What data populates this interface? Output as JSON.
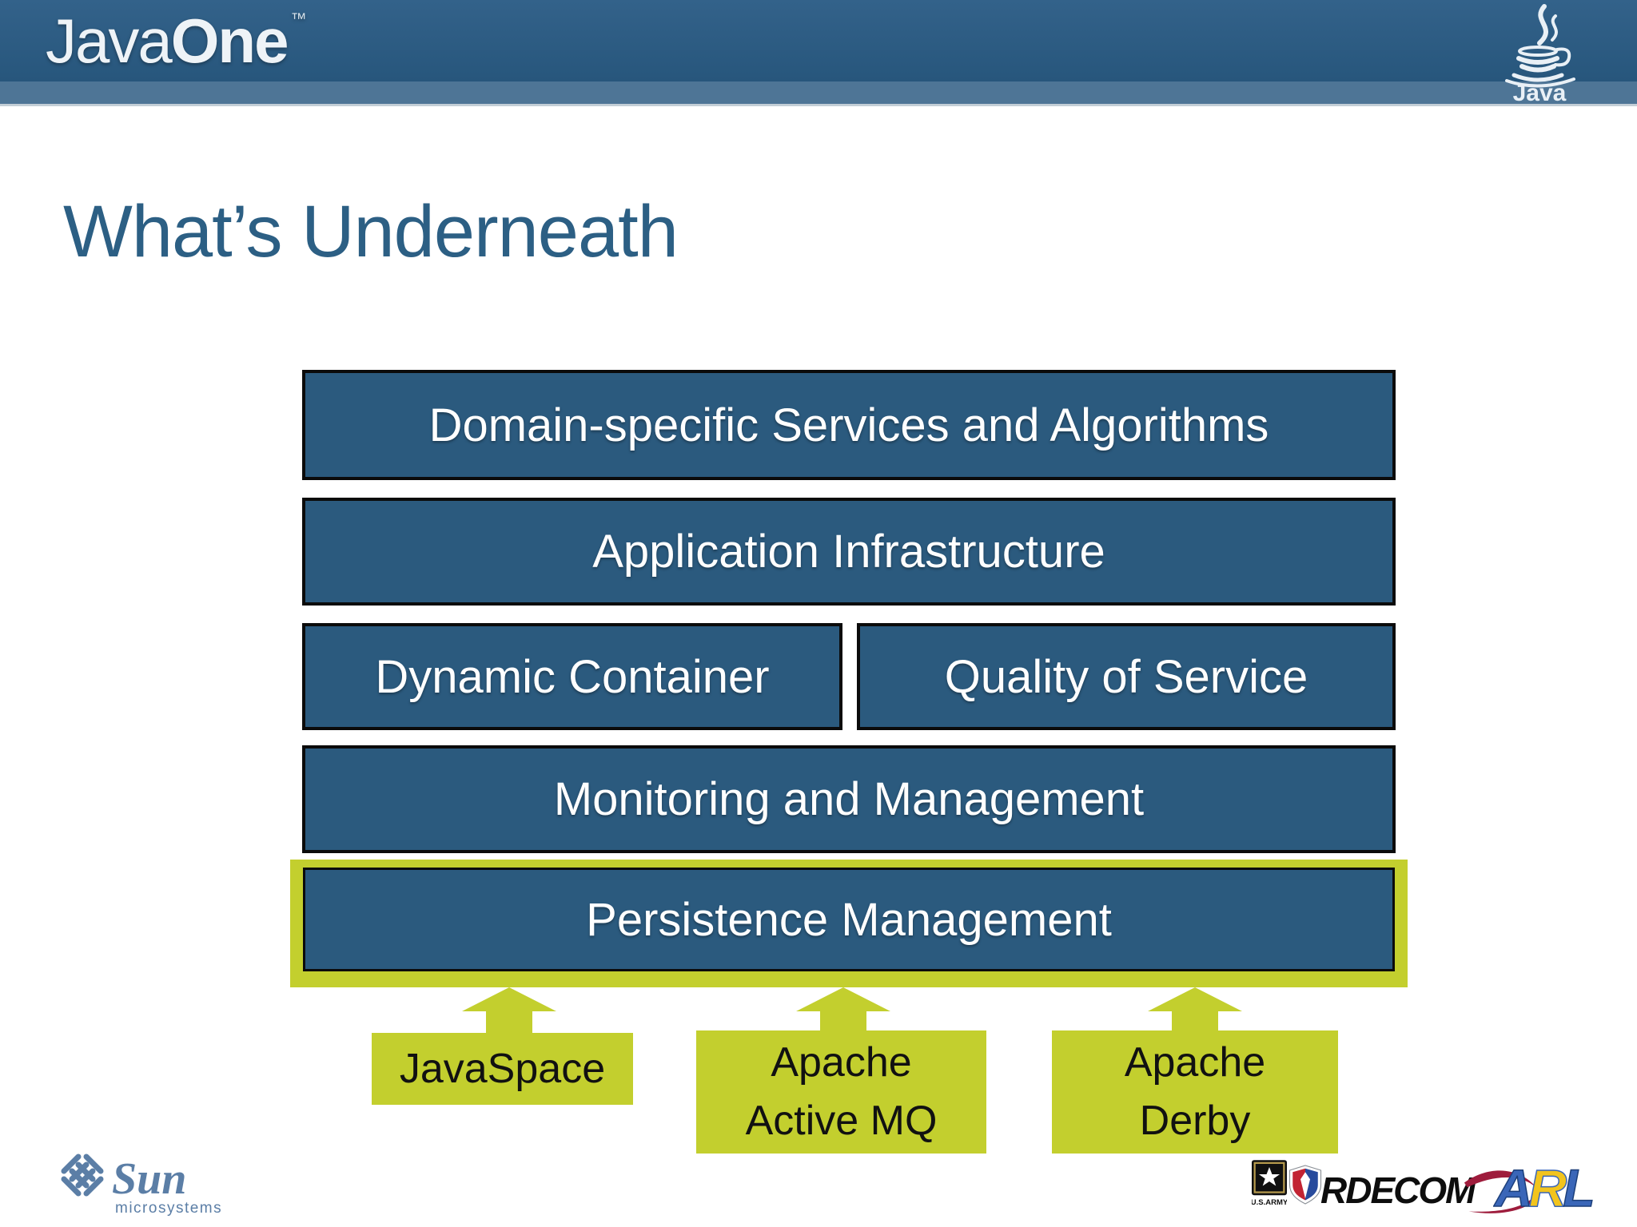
{
  "header": {
    "brand_java": "Java",
    "brand_one": "One",
    "brand_tm": "™",
    "java_logo_label": "Java"
  },
  "slide": {
    "title": "What’s Underneath"
  },
  "diagram": {
    "layers": {
      "domain": {
        "label": "Domain-specific Services and Algorithms"
      },
      "app_infra": {
        "label": "Application Infrastructure"
      },
      "dynamic_container": {
        "label": "Dynamic Container"
      },
      "qos": {
        "label": "Quality of Service"
      },
      "monitoring": {
        "label": "Monitoring and Management"
      },
      "persistence": {
        "label": "Persistence Management"
      }
    },
    "providers": [
      {
        "line1": "JavaSpace",
        "line2": ""
      },
      {
        "line1": "Apache",
        "line2": "Active MQ"
      },
      {
        "line1": "Apache",
        "line2": "Derby"
      }
    ],
    "colors": {
      "layer_blue": "#2b5a7e",
      "layer_border": "#0b0b0b",
      "highlight_green": "#c3cf2e",
      "header_blue": "#2a5a80",
      "title_blue": "#2c5f84"
    }
  },
  "footer": {
    "sun_name": "Sun",
    "sun_sub": "microsystems",
    "army_label": "U.S.ARMY",
    "rdecom_label": "RDECOM",
    "arl": {
      "a": "A",
      "r": "R",
      "l": "L"
    }
  }
}
